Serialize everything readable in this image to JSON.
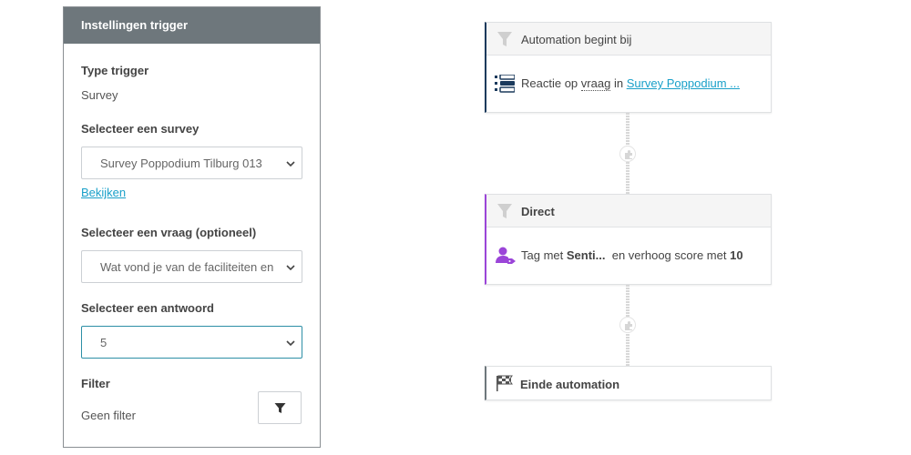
{
  "panel": {
    "title": "Instellingen trigger",
    "type_label": "Type trigger",
    "type_value": "Survey",
    "survey_label": "Selecteer een survey",
    "survey_value": "Survey Poppodium Tilburg 013",
    "view_link": "Bekijken",
    "question_label": "Selecteer een vraag (optioneel)",
    "question_value": "Wat vond je van de faciliteiten en",
    "answer_label": "Selecteer een antwoord",
    "answer_value": "5",
    "filter_label": "Filter",
    "filter_value": "Geen filter"
  },
  "flow": {
    "start": {
      "title": "Automation begint bij",
      "text_prefix": "Reactie op",
      "text_word": "vraag",
      "text_in": "in",
      "link": "Survey Poppodium ...",
      "accent": "#1b3a5c"
    },
    "direct": {
      "title": "Direct",
      "text_prefix": "Tag met",
      "tag": "Senti...",
      "text_mid": "en verhoog score met",
      "score": "10",
      "accent": "#9b45d8"
    },
    "end": {
      "title": "Einde automation"
    }
  },
  "colors": {
    "panel_header": "#6e777c",
    "link": "#1aa0c9",
    "active_border": "#2d8fa6"
  }
}
